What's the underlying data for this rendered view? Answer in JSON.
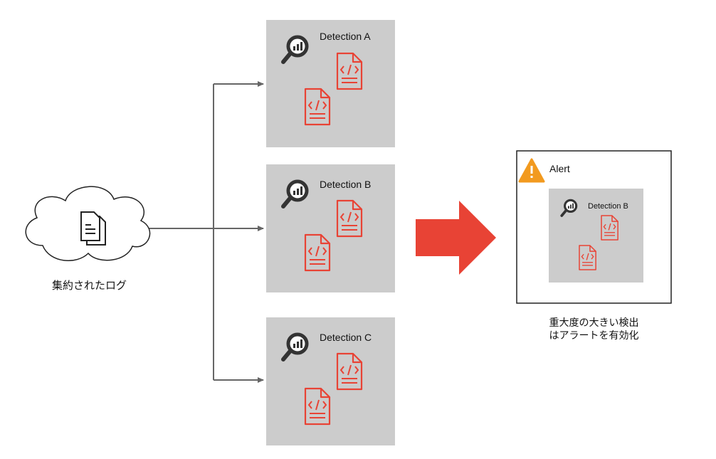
{
  "source": {
    "label": "集約されたログ",
    "icon": "documents-icon"
  },
  "detections": [
    {
      "title": "Detection A"
    },
    {
      "title": "Detection B"
    },
    {
      "title": "Detection C"
    }
  ],
  "alert": {
    "title": "Alert",
    "detection_title": "Detection B",
    "caption_line1": "重大度の大きい検出",
    "caption_line2": "はアラートを有効化"
  },
  "colors": {
    "detection_bg": "#cccccc",
    "accent_red": "#e84335",
    "warning_orange": "#f29a1f",
    "connector": "#666666"
  }
}
